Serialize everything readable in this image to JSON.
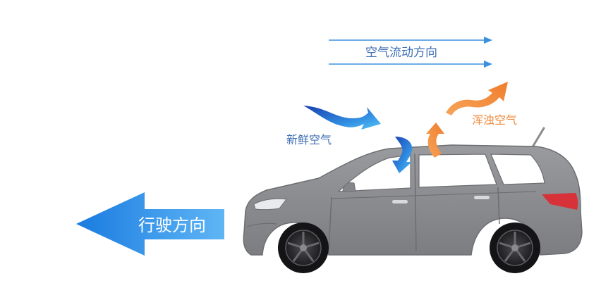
{
  "labels": {
    "airflow_direction": "空气流动方向",
    "fresh_air": "新鲜空气",
    "stale_air": "浑浊空气",
    "driving_direction": "行驶方向"
  },
  "colors": {
    "blue_accent": "#2f8ae0",
    "orange_accent": "#f28a3a",
    "car_body": "#8e8f93",
    "text_blue": "#3f6fb5",
    "text_orange": "#f08a3c"
  }
}
